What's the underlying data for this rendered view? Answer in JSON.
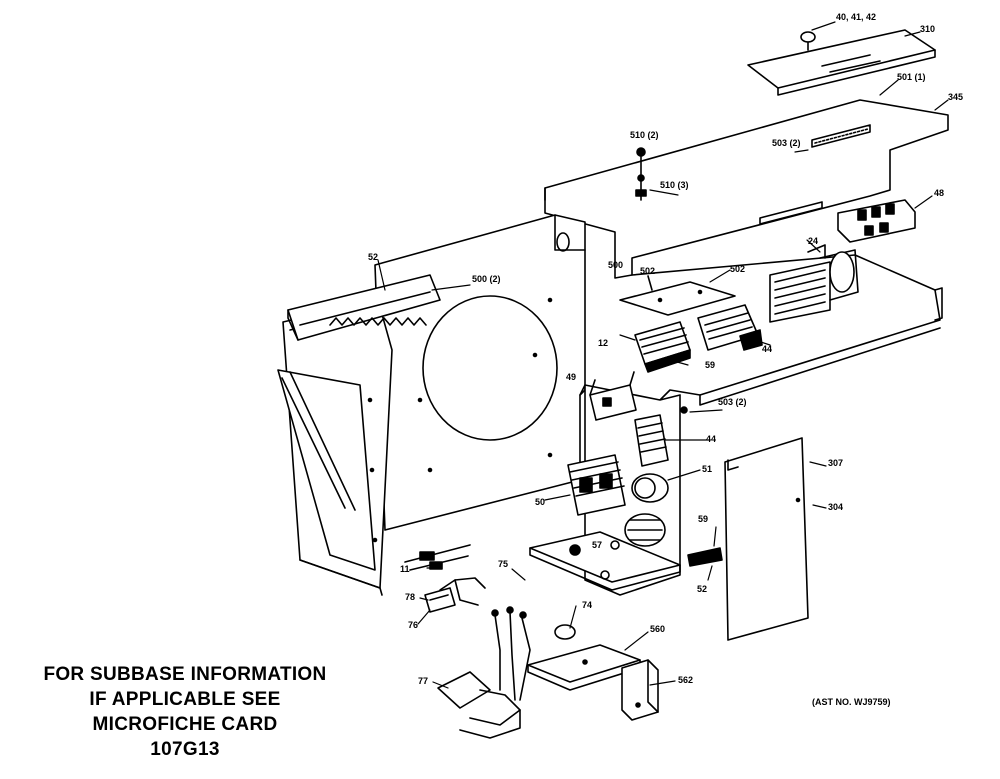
{
  "note": {
    "line1": "FOR SUBBASE INFORMATION",
    "line2": "IF APPLICABLE SEE",
    "line3": "MICROFICHE CARD",
    "line4": "107G13"
  },
  "drawing_ref": "(AST NO. WJ9759)",
  "callouts": [
    "40, 41, 42",
    "310",
    "501 (1)",
    "345",
    "510 (2)",
    "510 (3)",
    "503 (2)",
    "48",
    "24",
    "52",
    "500 (2)",
    "502",
    "502",
    "12",
    "44",
    "49",
    "50",
    "51",
    "503 (2)",
    "44",
    "59",
    "307",
    "304",
    "500",
    "11",
    "78",
    "76",
    "75",
    "74",
    "57",
    "562",
    "560",
    "77",
    "59",
    "52"
  ]
}
